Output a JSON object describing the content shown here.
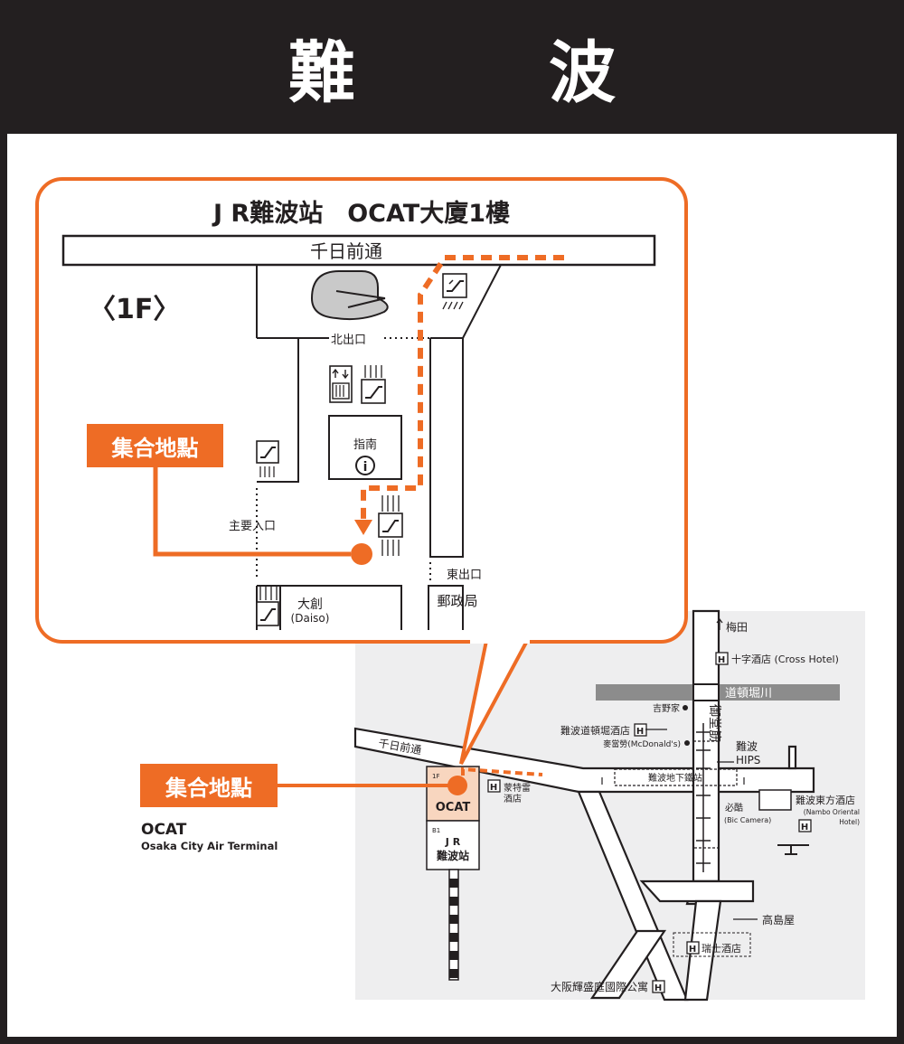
{
  "page": {
    "title": "難　波"
  },
  "colors": {
    "header_bg": "#231f20",
    "accent": "#ee6c25",
    "map_bg": "#eeeeef",
    "ocat_fill": "#f8d6bf",
    "river": "#8c8c8c"
  },
  "detail": {
    "title": "J R難波站　OCAT大廈1樓",
    "floor": "〈1F〉",
    "street": "千日前通",
    "north_exit": "北出口",
    "main_entrance": "主要入口",
    "east_exit": "東出口",
    "info_label": "指南",
    "info_symbol": "i",
    "daiso": "大創",
    "daiso_en": "(Daiso)",
    "post_office": "郵政局",
    "meeting_label": "集合地點"
  },
  "area": {
    "meeting_label": "集合地點",
    "ocat_name": "OCAT",
    "ocat_full": "Osaka City Air Terminal",
    "street": "千日前通",
    "ocat_box": "OCAT",
    "floor_1f": "1F",
    "floor_b1": "B1",
    "jr_line1": "J R",
    "jr_line2": "難波站",
    "umeda": "梅田",
    "cross_hotel": "十字酒店 (Cross Hotel)",
    "midosuji": "御堂筋",
    "river": "道頓堀川",
    "yoshinoya": "吉野家",
    "dotonbori_hotel": "難波道頓堀酒店",
    "mcdonalds": "麥當勞(McDonald's)",
    "namba_hips_1": "難波",
    "namba_hips_2": "HIPS",
    "hotel_monterey_1": "蒙特雷",
    "hotel_monterey_2": "酒店",
    "subway": "難波地下鐵站",
    "bic_camera_1": "必酷",
    "bic_camera_2": "(Bic Camera)",
    "oriental_hotel_1": "難波東方酒店",
    "oriental_hotel_2": "(Nambo Oriental",
    "oriental_hotel_3": "Hotel)",
    "takashimaya": "高島屋",
    "swissotel": "瑞士酒店",
    "apartment": "大阪輝盛庭國際公寓",
    "hotel_mark": "H"
  }
}
